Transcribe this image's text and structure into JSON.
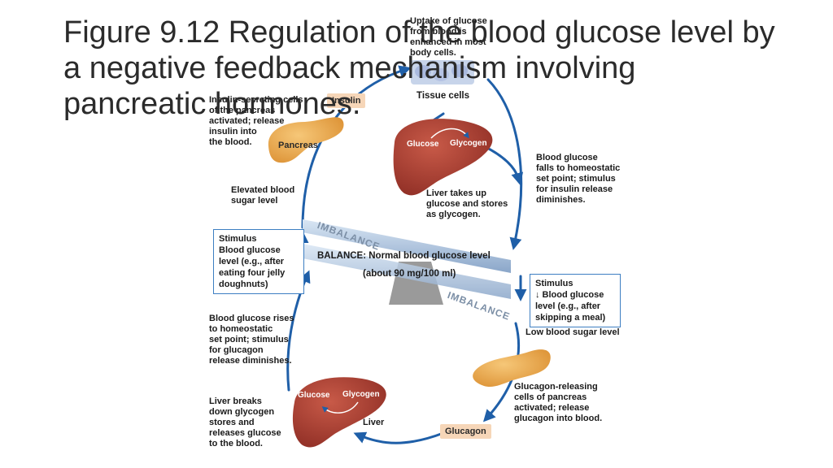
{
  "title": "Figure 9.12 Regulation of the blood glucose level by a negative feedback mechanism involving pancreatic hormones.",
  "labels": {
    "uptake": "Uptake of glucose\nfrom blood is\nenhanced in most\nbody cells.",
    "tissue_cells": "Tissue cells",
    "insulin_secreting": "Insulin-secreting cells\nof the pancreas\nactivated;  release\ninsulin into\nthe  blood.",
    "insulin_tag": "Insulin",
    "pancreas_tag": "Pancreas",
    "liver_glucose_top": "Glucose",
    "liver_glycogen_top": "Glycogen",
    "blood_glucose_falls": "Blood glucose\nfalls to homeostatic\nset point; stimulus\nfor insulin release\ndiminishes.",
    "elevated": "Elevated blood\nsugar level",
    "liver_takes_up": "Liver takes up\nglucose and stores\nas glycogen.",
    "imbalance_top": "IMBALANCE",
    "imbalance_bottom": "IMBALANCE",
    "balance_line1": "BALANCE: Normal blood glucose level",
    "balance_line2": "(about 90 mg/100 ml)",
    "low_blood_sugar": "Low blood sugar level",
    "blood_glucose_rises": "Blood glucose rises\nto homeostatic\nset point; stimulus\nfor glucagon\nrelease diminishes.",
    "glucagon_releasing": "Glucagon-releasing\ncells of pancreas\nactivated; release\nglucagon into blood.",
    "liver_glucose_bottom": "Glucose",
    "liver_glycogen_bottom": "Glycogen",
    "liver_breaks": "Liver breaks\ndown glycogen\nstores and\nreleases glucose\nto the blood.",
    "liver_tag": "Liver",
    "glucagon_tag": "Glucagon"
  },
  "stimulus_left": {
    "heading": "Stimulus",
    "body": "Blood glucose\nlevel  (e.g., after\neating four jelly\ndoughnuts)"
  },
  "stimulus_right": {
    "heading": "Stimulus",
    "body": "↓ Blood glucose\nlevel (e.g., after\nskipping a meal)"
  },
  "colors": {
    "arrow": "#1f5fa8",
    "liver": "#a83a2e",
    "pancreas": "#e8a44a",
    "seesaw": "#9fb7d6",
    "tag_bg": "#f6d6b8",
    "stimulus_border": "#3d7ec2"
  }
}
